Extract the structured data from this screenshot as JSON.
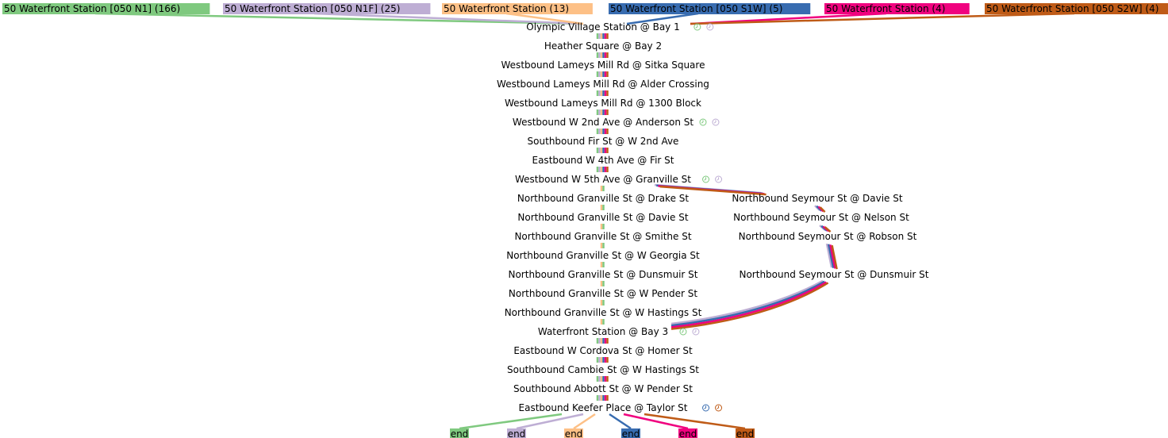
{
  "routes": [
    {
      "label": "50 Waterfront Station [050 N1] (166)",
      "color": "#7fc97f",
      "end_label": "end"
    },
    {
      "label": "50 Waterfront Station [050 N1F] (25)",
      "color": "#beaed4",
      "end_label": "end"
    },
    {
      "label": "50 Waterfront Station (13)",
      "color": "#fdc086",
      "end_label": "end"
    },
    {
      "label": "50 Waterfront Station [050 S1W] (5)",
      "color": "#386cb0",
      "end_label": "end"
    },
    {
      "label": "50 Waterfront Station (4)",
      "color": "#f0027f",
      "end_label": "end"
    },
    {
      "label": "50 Waterfront Station [050 S2W] (4)",
      "color": "#bf5b17",
      "end_label": "end"
    }
  ],
  "main_stops": [
    "Olympic Village Station @ Bay 1",
    "Heather Square @ Bay 2",
    "Westbound Lameys Mill Rd @ Sitka Square",
    "Westbound Lameys Mill Rd @ Alder Crossing",
    "Westbound Lameys Mill Rd @ 1300 Block",
    "Westbound W 2nd Ave @ Anderson St",
    "Southbound Fir St @ W 2nd Ave",
    "Eastbound W 4th Ave @ Fir St",
    "Westbound W 5th Ave @ Granville St",
    "Northbound Granville St @ Drake St",
    "Northbound Granville St @ Davie St",
    "Northbound Granville St @ Smithe St",
    "Northbound Granville St @ W Georgia St",
    "Northbound Granville St @ Dunsmuir St",
    "Northbound Granville St @ W Pender St",
    "Northbound Granville St @ W Hastings St",
    "Waterfront Station @ Bay 3",
    "Eastbound W Cordova St @ Homer St",
    "Southbound Cambie St @ W Hastings St",
    "Southbound Abbott St @ W Pender St",
    "Eastbound Keefer Place @ Taylor St"
  ],
  "branch_stops": [
    "Northbound Seymour St @ Davie St",
    "Northbound Seymour St @ Nelson St",
    "Northbound Seymour St @ Robson St",
    "Northbound Seymour St @ Dunsmuir St"
  ],
  "icon": "clock-icon",
  "stop_icons": [
    {
      "stop": "Olympic Village Station @ Bay 1",
      "route_colors": [
        "#7fc97f",
        "#beaed4"
      ]
    },
    {
      "stop": "Westbound W 2nd Ave @ Anderson St",
      "route_colors": [
        "#7fc97f",
        "#beaed4"
      ]
    },
    {
      "stop": "Westbound W 5th Ave @ Granville St",
      "route_colors": [
        "#7fc97f",
        "#beaed4"
      ]
    },
    {
      "stop": "Waterfront Station @ Bay 3",
      "route_colors": [
        "#7fc97f",
        "#beaed4"
      ]
    },
    {
      "stop": "Eastbound Keefer Place @ Taylor St",
      "route_colors": [
        "#386cb0",
        "#bf5b17"
      ]
    }
  ]
}
